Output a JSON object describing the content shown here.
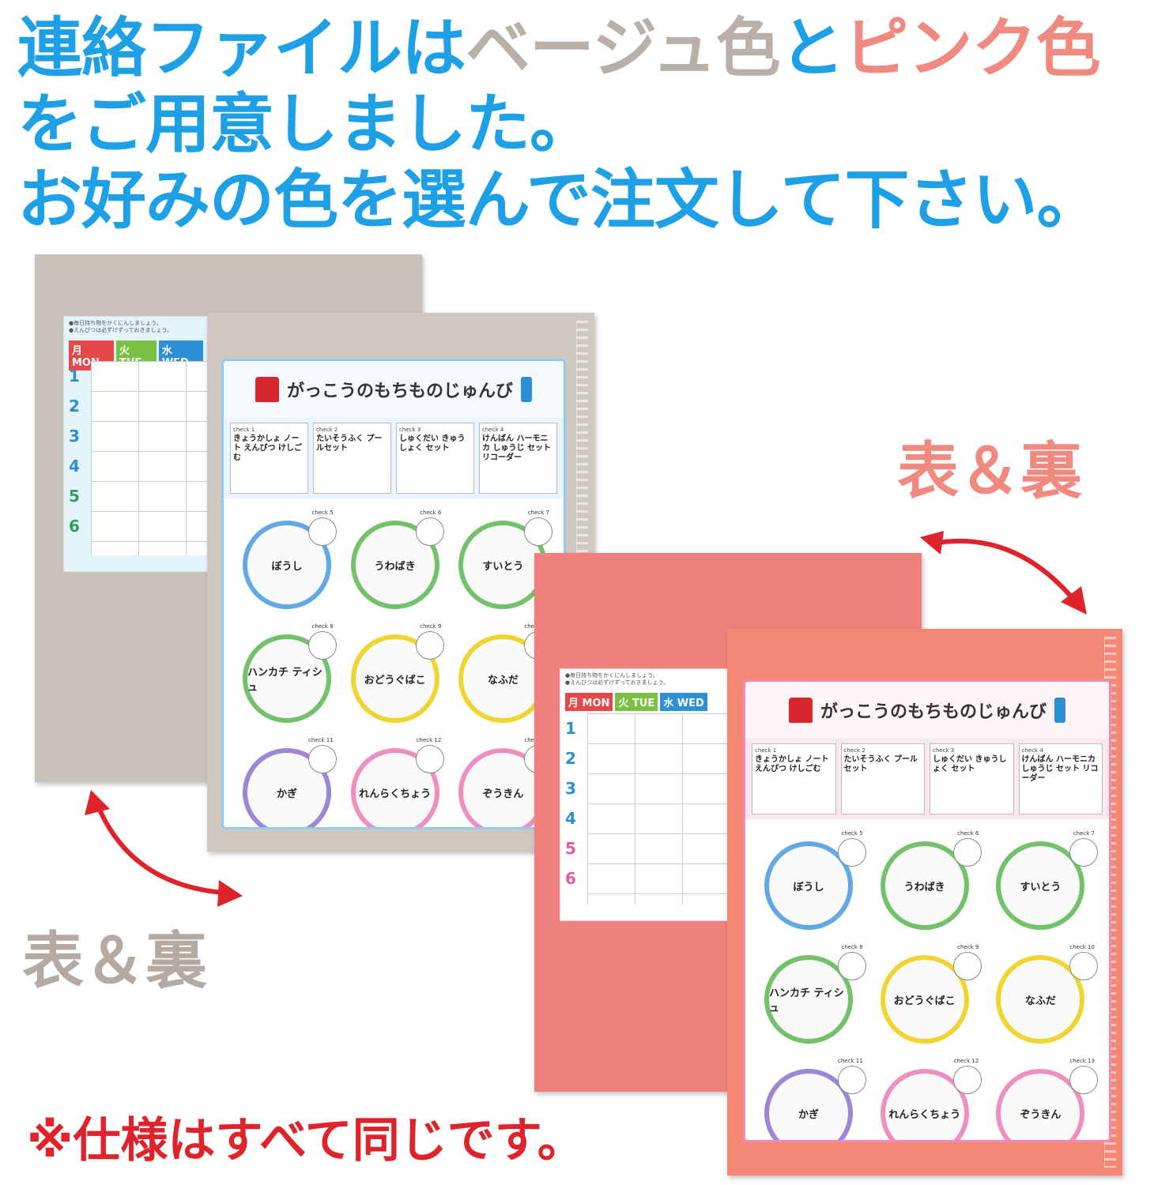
{
  "headline": {
    "line1_part1": "連絡ファイルは",
    "line1_beige": "ベージュ色",
    "line1_part2": "と",
    "line1_pink": "ピンク色",
    "line2": "をご用意しました。",
    "line3": "お好みの色を選んで注文して下さい。"
  },
  "badges": {
    "pink_label": "表＆裏",
    "beige_label": "表＆裏"
  },
  "footer": {
    "note": "※仕様はすべて同じです。"
  },
  "timetable": {
    "notes": [
      "●毎日持ち物をかくにんしましょう。",
      "●えんぴつは必ずけずっておきましょう。"
    ],
    "days": [
      "月 MON",
      "火 TUE",
      "水 WED"
    ],
    "rows": [
      "1",
      "2",
      "3",
      "4",
      "5",
      "6"
    ]
  },
  "checklist": {
    "title": "がっこうのもちものじゅんび",
    "top_items": [
      {
        "check": "check 1",
        "label": "きょうかしょ ノート えんぴつ けしごむ"
      },
      {
        "check": "check 2",
        "label": "たいそうふく プールセット"
      },
      {
        "check": "check 3",
        "label": "しゅくだい きゅうしょく セット"
      },
      {
        "check": "check 4",
        "label": "けんばん ハーモニカ しゅうじ セット リコーダー"
      }
    ],
    "circle_items": [
      {
        "check": "check 5",
        "label": "ぼうし"
      },
      {
        "check": "check 6",
        "label": "うわばき"
      },
      {
        "check": "check 7",
        "label": "すいとう"
      },
      {
        "check": "check 8",
        "label": "ハンカチ ティシュ"
      },
      {
        "check": "check 9",
        "label": "おどうぐばこ"
      },
      {
        "check": "check 10",
        "label": "なふだ"
      },
      {
        "check": "check 11",
        "label": "かぎ"
      },
      {
        "check": "check 12",
        "label": "れんらくちょう"
      },
      {
        "check": "check 13",
        "label": "ぞうきん"
      }
    ]
  },
  "colors": {
    "headline_blue": "#1ea0e6",
    "beige": "#b9b0a8",
    "pink": "#f08a80",
    "note_red": "#e0232a",
    "arrow_red": "#e0232a"
  }
}
